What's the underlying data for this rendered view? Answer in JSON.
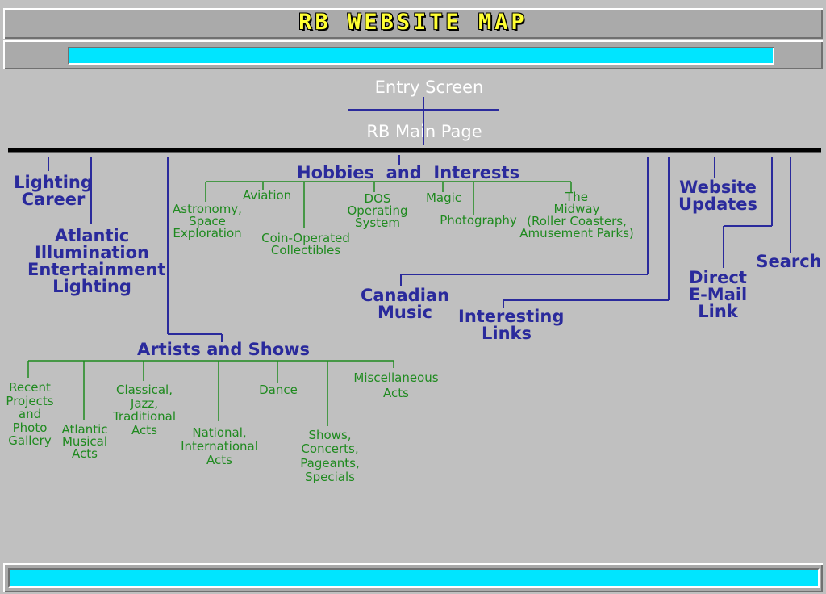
{
  "header": {
    "title": "RB WEBSITE MAP"
  },
  "colors": {
    "accent": "#00e5ff",
    "title": "#ffff33",
    "section": "#2a2a9c",
    "leaf": "#1f8a1f",
    "line_blue": "#2a2a9c"
  },
  "entry": {
    "entry_screen": "Entry Screen",
    "main_page": "RB Main Page"
  },
  "sections": {
    "lighting_career": "Lighting\nCareer",
    "atlantic_illumination": "Atlantic\nIllumination\nEntertainment\nLighting",
    "hobbies": "Hobbies  and  Interests",
    "website_updates": "Website\nUpdates",
    "direct_email": "Direct\nE-Mail\nLink",
    "search": "Search",
    "canadian_music": "Canadian\nMusic",
    "interesting_links": "Interesting\nLinks",
    "artists_shows": "Artists and Shows"
  },
  "hobbies_items": {
    "astronomy": "Astronomy,\nSpace\nExploration",
    "aviation": "Aviation",
    "coin_operated": "Coin-Operated\nCollectibles",
    "dos": "DOS\nOperating\nSystem",
    "magic": "Magic",
    "photography": "Photography",
    "midway": "The\nMidway\n(Roller Coasters,\nAmusement Parks)"
  },
  "artists_items": {
    "recent_projects": "Recent\nProjects\nand\nPhoto\nGallery",
    "atlantic_musical": "Atlantic\nMusical\nActs",
    "classical": "Classical,\nJazz,\nTraditional\nActs",
    "national": "National,\nInternational\nActs",
    "dance": "Dance",
    "shows_concerts": "Shows,\nConcerts,\nPageants,\nSpecials",
    "miscellaneous": "Miscellaneous\nActs"
  }
}
